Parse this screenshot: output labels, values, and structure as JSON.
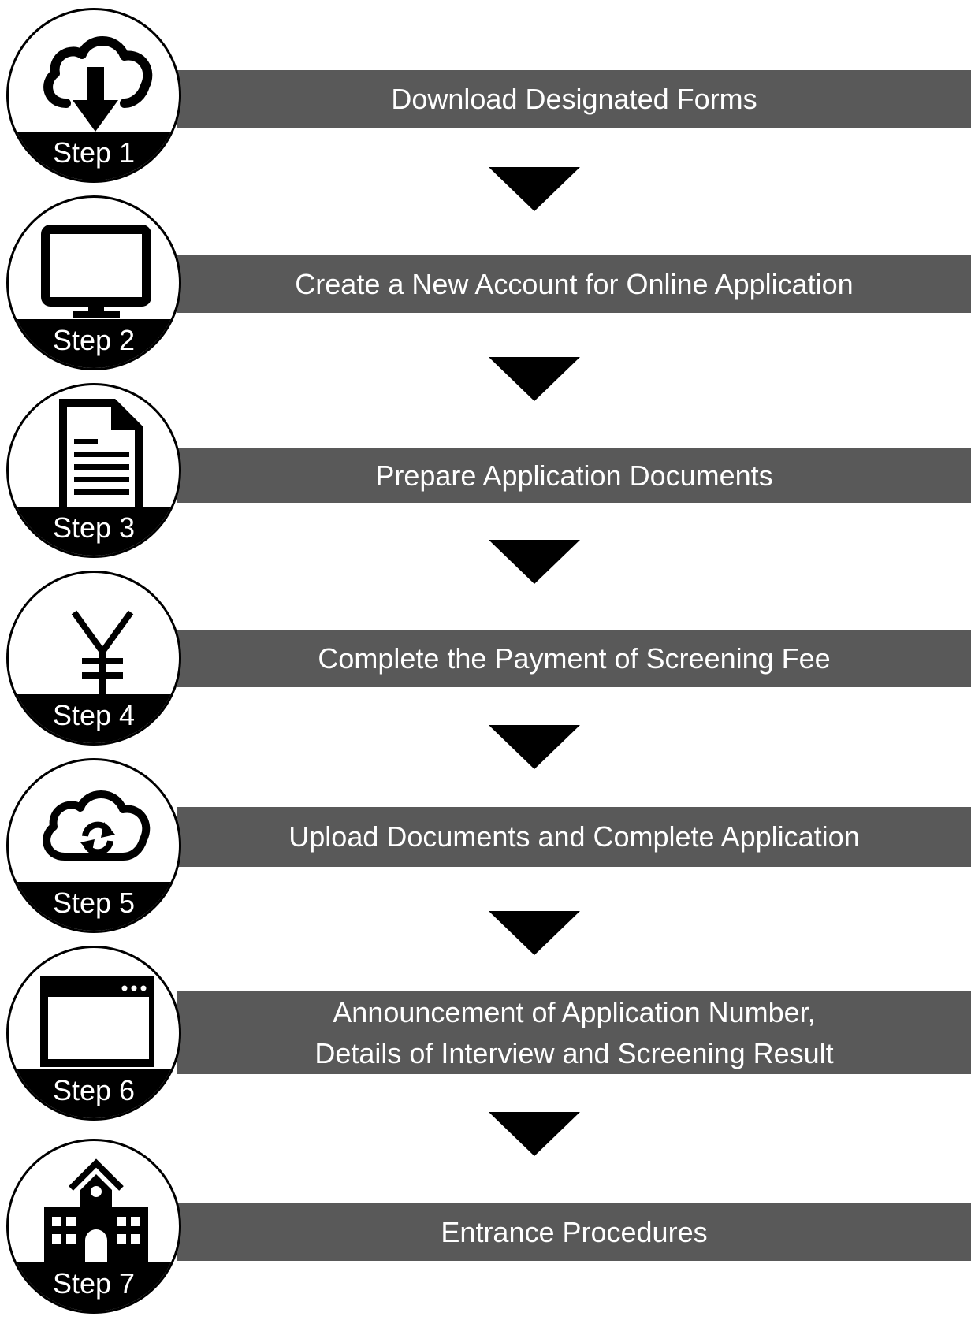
{
  "steps": [
    {
      "label": "Step 1",
      "title": [
        "Download Designated Forms"
      ],
      "icon": "cloud-download-icon"
    },
    {
      "label": "Step 2",
      "title": [
        "Create a New Account for Online Application"
      ],
      "icon": "monitor-icon"
    },
    {
      "label": "Step 3",
      "title": [
        "Prepare Application Documents"
      ],
      "icon": "document-icon"
    },
    {
      "label": "Step 4",
      "title": [
        "Complete the Payment of Screening Fee"
      ],
      "icon": "yen-icon"
    },
    {
      "label": "Step 5",
      "title": [
        "Upload Documents and Complete Application"
      ],
      "icon": "cloud-sync-icon"
    },
    {
      "label": "Step 6",
      "title": [
        "Announcement of Application Number,",
        "Details of Interview and Screening Result"
      ],
      "icon": "browser-window-icon"
    },
    {
      "label": "Step 7",
      "title": [
        "Entrance Procedures"
      ],
      "icon": "school-building-icon"
    }
  ]
}
